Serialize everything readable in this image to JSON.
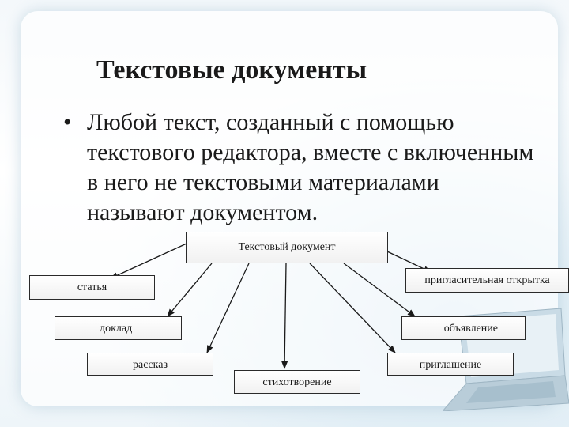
{
  "slide": {
    "title": "Текстовые документы",
    "bullet_lines": [
      "Любой текст, созданный с помощью",
      "текстового редактора, вместе с включенным",
      "в него не текстовыми материалами",
      "называют документом."
    ]
  },
  "diagram": {
    "root": "Текстовый документ",
    "nodes": [
      "статья",
      "пригласительная открытка",
      "доклад",
      "объявление",
      "рассказ",
      "приглашение",
      "стихотворение"
    ]
  },
  "colors": {
    "text": "#1a1a1a",
    "box_border": "#2a2a2a"
  }
}
